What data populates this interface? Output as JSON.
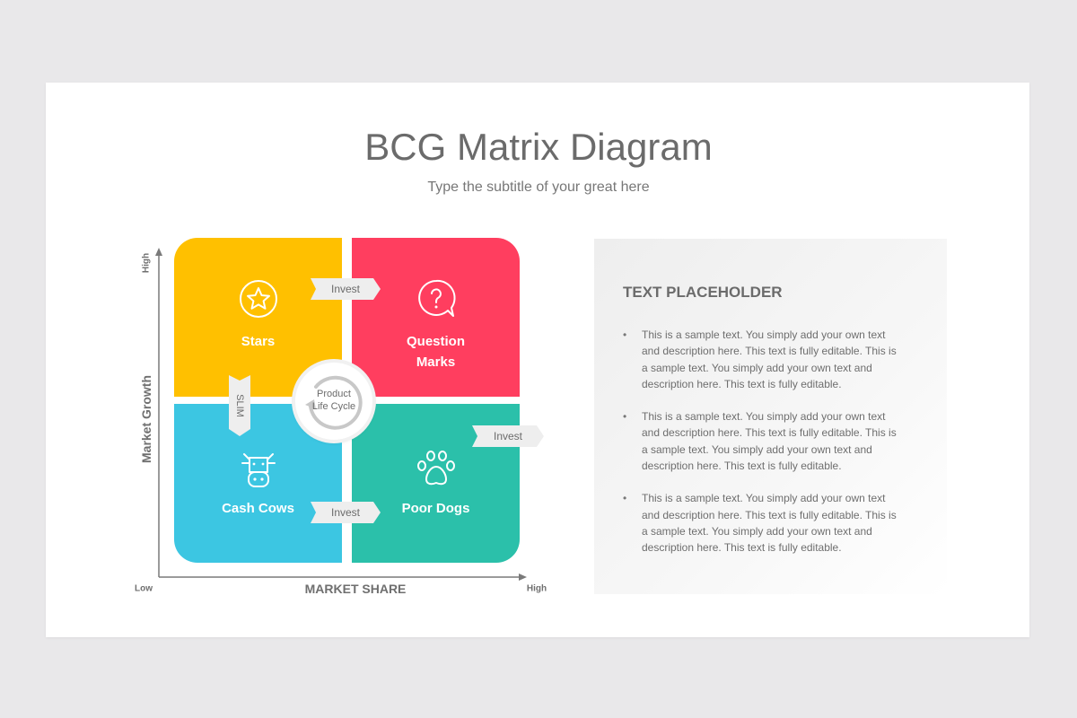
{
  "header": {
    "title": "BCG Matrix Diagram",
    "subtitle": "Type the subtitle of your great here"
  },
  "axes": {
    "y_label": "Market Growth",
    "y_high": "High",
    "x_label": "MARKET SHARE",
    "x_low": "Low",
    "x_high": "High"
  },
  "quadrants": {
    "stars": {
      "label": "Stars",
      "color": "#ffc000",
      "icon": "star-icon"
    },
    "question_marks": {
      "label_line1": "Question",
      "label_line2": "Marks",
      "color": "#ff3e5f",
      "icon": "question-bubble-icon"
    },
    "cash_cows": {
      "label": "Cash Cows",
      "color": "#3cc6e2",
      "icon": "cow-icon"
    },
    "poor_dogs": {
      "label": "Poor Dogs",
      "color": "#2bc0aa",
      "icon": "paw-icon"
    }
  },
  "center": {
    "line1": "Product",
    "line2": "Life Cycle",
    "icon": "cycle-arrow-icon"
  },
  "tags": {
    "invest_top": "Invest",
    "slim": "SLIM",
    "invest_right": "Invest",
    "invest_bottom": "Invest"
  },
  "panel": {
    "title": "TEXT PLACEHOLDER",
    "items": [
      "This is a sample text. You simply add your own text and description here. This text is fully editable. This is a sample text. You simply add your own text and description here. This text is fully editable.",
      "This is a sample text. You simply add your own text and description here. This text is fully editable. This is a sample text. You simply add your own text and description here. This text is fully editable.",
      "This is a sample text. You simply add your own text and description here. This text is fully editable. This is a sample text. You simply add your own text and description here. This text is fully editable."
    ]
  }
}
